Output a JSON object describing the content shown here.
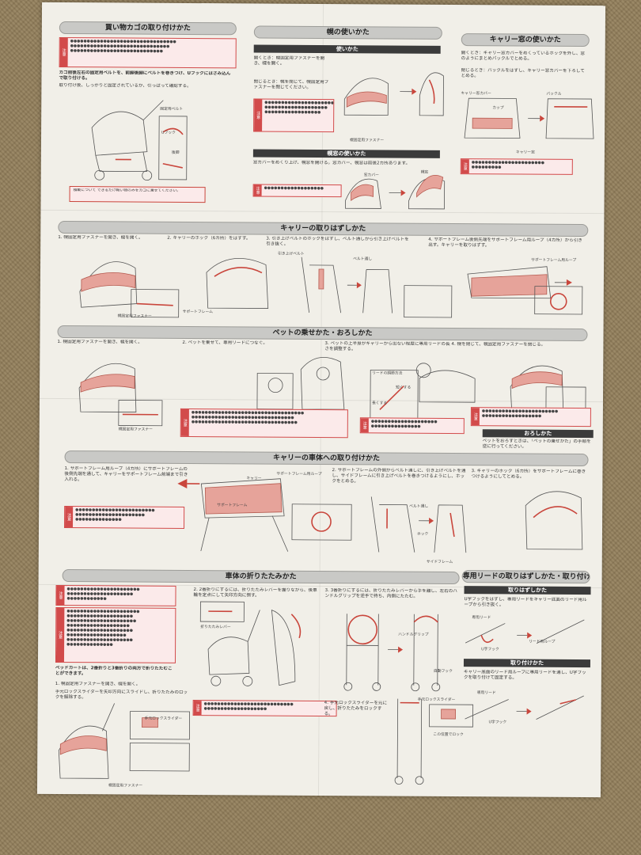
{
  "sections": {
    "basket": {
      "title": "買い物カゴの取り付けかた"
    },
    "hood": {
      "title": "幌の使いかた",
      "sub1": "使いかた",
      "sub2": "幌窓の使いかた"
    },
    "carrier_window": {
      "title": "キャリー窓の使いかた"
    },
    "carrier_remove": {
      "title": "キャリーの取りはずしかた"
    },
    "pet": {
      "title": "ペットの乗せかた・おろしかた",
      "sub": "おろしかた"
    },
    "attach": {
      "title": "キャリーの車体への取り付けかた"
    },
    "fold": {
      "title": "車体の折りたたみかた"
    },
    "leash": {
      "title": "専用リードの取りはずしかた・取り付けかた",
      "sub1": "取りはずしかた",
      "sub2": "取り付けかた"
    }
  },
  "basket": {
    "step1": "カゴ前後左右の固定用ベルトを、前脚後脚にベルトを巻きつけ、Uフックにはさみ込んで取り付ける。",
    "step2": "取り付け後、しっかりと固定されているか、引っぱって確認する。",
    "note": "積載について できるだけ軽い物のみをカゴに乗せてください。",
    "labels": [
      "固定用ベルト",
      "Uフック",
      "後脚"
    ]
  },
  "hood": {
    "open": "開くとき：幌固定用ファスナーを開き、幌を開く。",
    "close": "閉じるとき：幌を閉じて、幌固定用ファスナーを閉じてください。",
    "window": "窓カバーをめくり上げ、幌窓を開ける。窓カバー、幌窓は前後2カ所あります。",
    "labels": [
      "幌固定用ファスナー",
      "窓カバー",
      "幌窓"
    ]
  },
  "carrier_window": {
    "open": "開くとき：キャリー窓カバーをめくっているホックを外し、窓のようにまとめバックルでとめる。",
    "close": "閉じるとき：バックルをはずし、キャリー窓カバーを下ろしてとめる。",
    "labels": [
      "キャリー窓カバー",
      "バックル",
      "カップ",
      "キャリー窓"
    ]
  },
  "carrier_remove": {
    "steps": [
      "1. 幌固定用ファスナーを開き、幌を開く。",
      "2. キャリーのホック（6カ所）をはずす。",
      "3. 引き上げベルトのホックをはずし、ベルト通しから引き上げベルトを引き抜く。",
      "4. サポートフレーム後側先端をサポートフレーム用ループ（4カ所）から引き出す。キャリーを取りはずす。"
    ],
    "labels": [
      "幌固定用ファスナー",
      "サポートフレーム",
      "引き上げベルト",
      "ベルト通し",
      "サポートフレーム用ループ"
    ]
  },
  "pet": {
    "steps": [
      "1. 幌固定用ファスナーを開き、幌を開く。",
      "2. ペットを乗せて、専用リードにつなぐ。",
      "3. ペットの上半身がキャリーから出ない程度に専用リードの長さを調整する。",
      "4. 幌を閉じて、幌固定用ファスナーを閉じる。"
    ],
    "down": "ペットをおろすときは、「ペットの乗せかた」の手順を逆に行ってください。",
    "labels": [
      "幌固定用ファスナー",
      "リードの調節方法",
      "長くする",
      "短くする"
    ]
  },
  "attach": {
    "steps": [
      "1. サポートフレーム用ループ（4カ所）にサポートフレームの後側先端を通して、キャリーをサポートフレーム前端まで引き入れる。",
      "2. サポートフレームの外側からベルト通しに、引き上げベルトを通し、サイドフレームに引き上げベルトを巻きつけるようにし、ホックをとめる。",
      "3. キャリーのホック（6カ所）をサポートフレームに巻きつけるようにしてとめる。"
    ],
    "labels": [
      "キャリー",
      "サポートフレーム用ループ",
      "サポートフレーム",
      "ベルト通し",
      "サイドフレーム",
      "ホック"
    ]
  },
  "fold": {
    "step1": "1. 幌固定用ファスナーを開き、幌を開く。",
    "step1b": "手元ロックスライダーを矢印方向にスライドし、折りたたみのロックを解除する。",
    "step2": "2. 2番折りにするには、折りたたみレバーを握りながら、後車輪を定点にして矢印方向に倒す。",
    "step3": "3. 3番折りにするには、折りたたみレバーから手を離し、左右のハンドルグリップを逆手で持ち、内側にたたむ。",
    "step4": "4. 手元ロックスライダーを元に戻し、折りたたみをロックする。",
    "note": "ベッドカートは、2番折りと3番折りの両方で折りたたむことができます。",
    "labels": [
      "手元ロックスライダー",
      "折りたたみレバー",
      "ハンドルグリップ",
      "自動フック",
      "幌固定用ファスナー",
      "この位置でロック"
    ]
  },
  "leash": {
    "remove": "U字フックをはずし、専用リードをキャリー底面のリード用ループから引き抜く。",
    "attach": "キャリー底面のリード用ループに専用リードを通し、U字フックを取り付けて固定する。",
    "labels": [
      "専用リード",
      "U字フック",
      "リード用ループ"
    ]
  },
  "caution_label": "注意"
}
